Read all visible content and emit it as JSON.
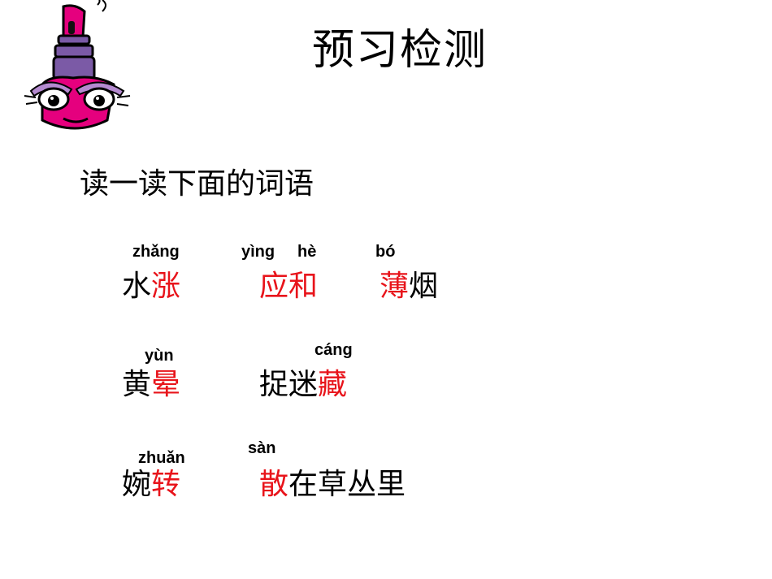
{
  "slide": {
    "title": "预习检测",
    "instruction": "读一读下面的词语"
  },
  "mascot": {
    "icon": "lipstick-character-icon",
    "colors": {
      "body": "#e5007e",
      "cap": "#7b5aa6",
      "eyes": "#ffffff"
    }
  },
  "colors": {
    "highlight": "#e8141b",
    "text": "#000000"
  },
  "rows": [
    {
      "words": [
        {
          "parts": [
            {
              "text": "水",
              "hl": false
            },
            {
              "text": "涨",
              "hl": true
            }
          ]
        },
        {
          "parts": [
            {
              "text": "应和",
              "hl": true
            }
          ]
        },
        {
          "parts": [
            {
              "text": "薄",
              "hl": true
            },
            {
              "text": "烟",
              "hl": false
            }
          ]
        }
      ],
      "pinyin": [
        "zhǎng",
        "yìng",
        "hè",
        "bó"
      ]
    },
    {
      "words": [
        {
          "parts": [
            {
              "text": "黄",
              "hl": false
            },
            {
              "text": "晕",
              "hl": true
            }
          ]
        },
        {
          "parts": [
            {
              "text": "捉迷",
              "hl": false
            },
            {
              "text": "藏",
              "hl": true
            }
          ]
        }
      ],
      "pinyin": [
        "yùn",
        "cáng"
      ]
    },
    {
      "words": [
        {
          "parts": [
            {
              "text": "婉",
              "hl": false
            },
            {
              "text": "转",
              "hl": true
            }
          ]
        },
        {
          "parts": [
            {
              "text": "散",
              "hl": true
            },
            {
              "text": "在草丛里",
              "hl": false
            }
          ]
        }
      ],
      "pinyin": [
        "zhuǎn",
        "sàn"
      ]
    }
  ]
}
